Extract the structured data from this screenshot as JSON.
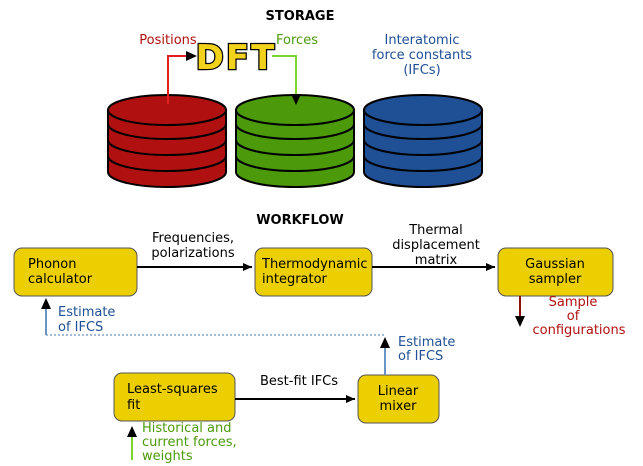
{
  "storage": {
    "title": "STORAGE",
    "positions_label": "Positions",
    "dft_label": "DFT",
    "forces_label": "Forces",
    "ifc_label_line1": "Interatomic",
    "ifc_label_line2": "force constants",
    "ifc_label_line3": "(IFCs)",
    "colors": {
      "positions": "#b01010",
      "forces": "#4c9a0a",
      "ifcs": "#1f4f94",
      "dft_fill": "#f2d21a"
    }
  },
  "workflow": {
    "title": "WORKFLOW",
    "phonon_line1": "Phonon",
    "phonon_line2": "calculator",
    "thermo_line1": "Thermodynamic",
    "thermo_line2": "integrator",
    "gauss_line1": "Gaussian",
    "gauss_line2": "sampler",
    "lsq_line1": "Least-squares",
    "lsq_line2": "fit",
    "mixer_line1": "Linear",
    "mixer_line2": "mixer",
    "freq_line1": "Frequencies,",
    "freq_line2": "polarizations",
    "thermal_line1": "Thermal",
    "thermal_line2": "displacement",
    "thermal_line3": "matrix",
    "bestfit_label": "Best-fit IFCs",
    "estimate_top_line1": "Estimate",
    "estimate_top_line2": "of IFCS",
    "estimate_mid_line1": "Estimate",
    "estimate_mid_line2": "of IFCS",
    "sample_line1": "Sample",
    "sample_line2": "of",
    "sample_line3": "configurations",
    "hist_line1": "Historical and",
    "hist_line2": "current forces,",
    "hist_line3": "weights",
    "colors": {
      "box_fill": "#eccf00",
      "estimate": "#1f4f94",
      "sample": "#b01010",
      "historical": "#4c9a0a",
      "dotted": "#6a94c4"
    }
  }
}
